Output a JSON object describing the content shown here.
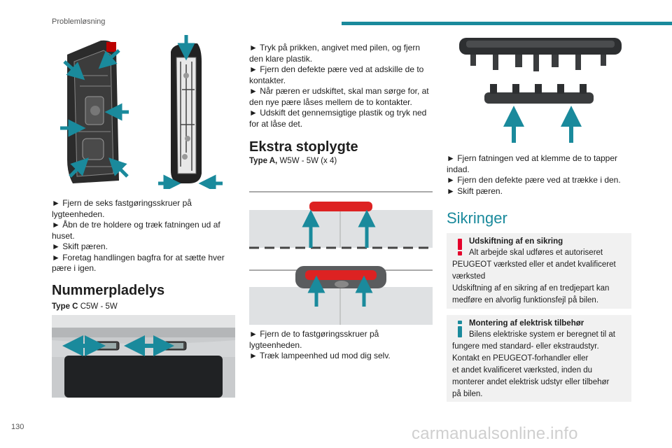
{
  "header": {
    "section": "Problemløsning",
    "page_number": "130",
    "accent_color": "#1a8a9c"
  },
  "col1": {
    "steps": [
      "► Fjern de seks fastgøringsskruer på lygteenheden.",
      "► Åbn de tre holdere og træk fatningen ud af huset.",
      "► Skift pæren.",
      "► Foretag handlingen bagfra for at sætte hver pære i igen."
    ],
    "heading": "Nummerpladelys",
    "spec_type": "Type C",
    "spec_value": " C5W - 5W"
  },
  "col2": {
    "steps": [
      "► Tryk på prikken, angivet med pilen, og fjern den klare plastik.",
      "► Fjern den defekte pære ved at adskille de to kontakter.",
      "► Når pæren er udskiftet, skal man sørge for, at den nye pære låses mellem de to kontakter.",
      "► Udskift det gennemsigtige plastik og tryk ned for at låse det."
    ],
    "heading": "Ekstra stoplygte",
    "spec_type": "Type A,",
    "spec_value": " W5W - 5W (x 4)",
    "steps2": [
      "► Fjern de to fastgøringsskruer på lygteenheden.",
      "► Træk lampeenhed ud mod dig selv."
    ]
  },
  "col3": {
    "steps": [
      "► Fjern fatningen ved at klemme de to tapper indad.",
      "► Fjern den defekte pære ved at trække i den.",
      "► Skift pæren."
    ],
    "heading": "Sikringer",
    "warning": {
      "icon": "exclamation-icon",
      "title": "Udskiftning af en sikring",
      "body": [
        "Alt arbejde skal udføres et autoriseret",
        "PEUGEOT værksted eller et andet kvalificeret",
        "værksted",
        "Udskiftning af en sikring af en tredjepart kan",
        "medføre en alvorlig funktionsfejl på bilen."
      ],
      "icon_color": "#e4002b"
    },
    "info": {
      "icon": "info-icon",
      "title": "Montering af elektrisk tilbehør",
      "body": [
        "Bilens elektriske system er beregnet til at",
        "fungere med standard- eller ekstraudstyr.",
        "Kontakt en PEUGEOT-forhandler eller",
        "et andet kvalificeret værksted, inden du",
        "monterer andet elektrisk udstyr eller tilbehør",
        "på bilen."
      ],
      "icon_color": "#1a8a9c"
    }
  },
  "watermark": "carmanualsonline.info"
}
